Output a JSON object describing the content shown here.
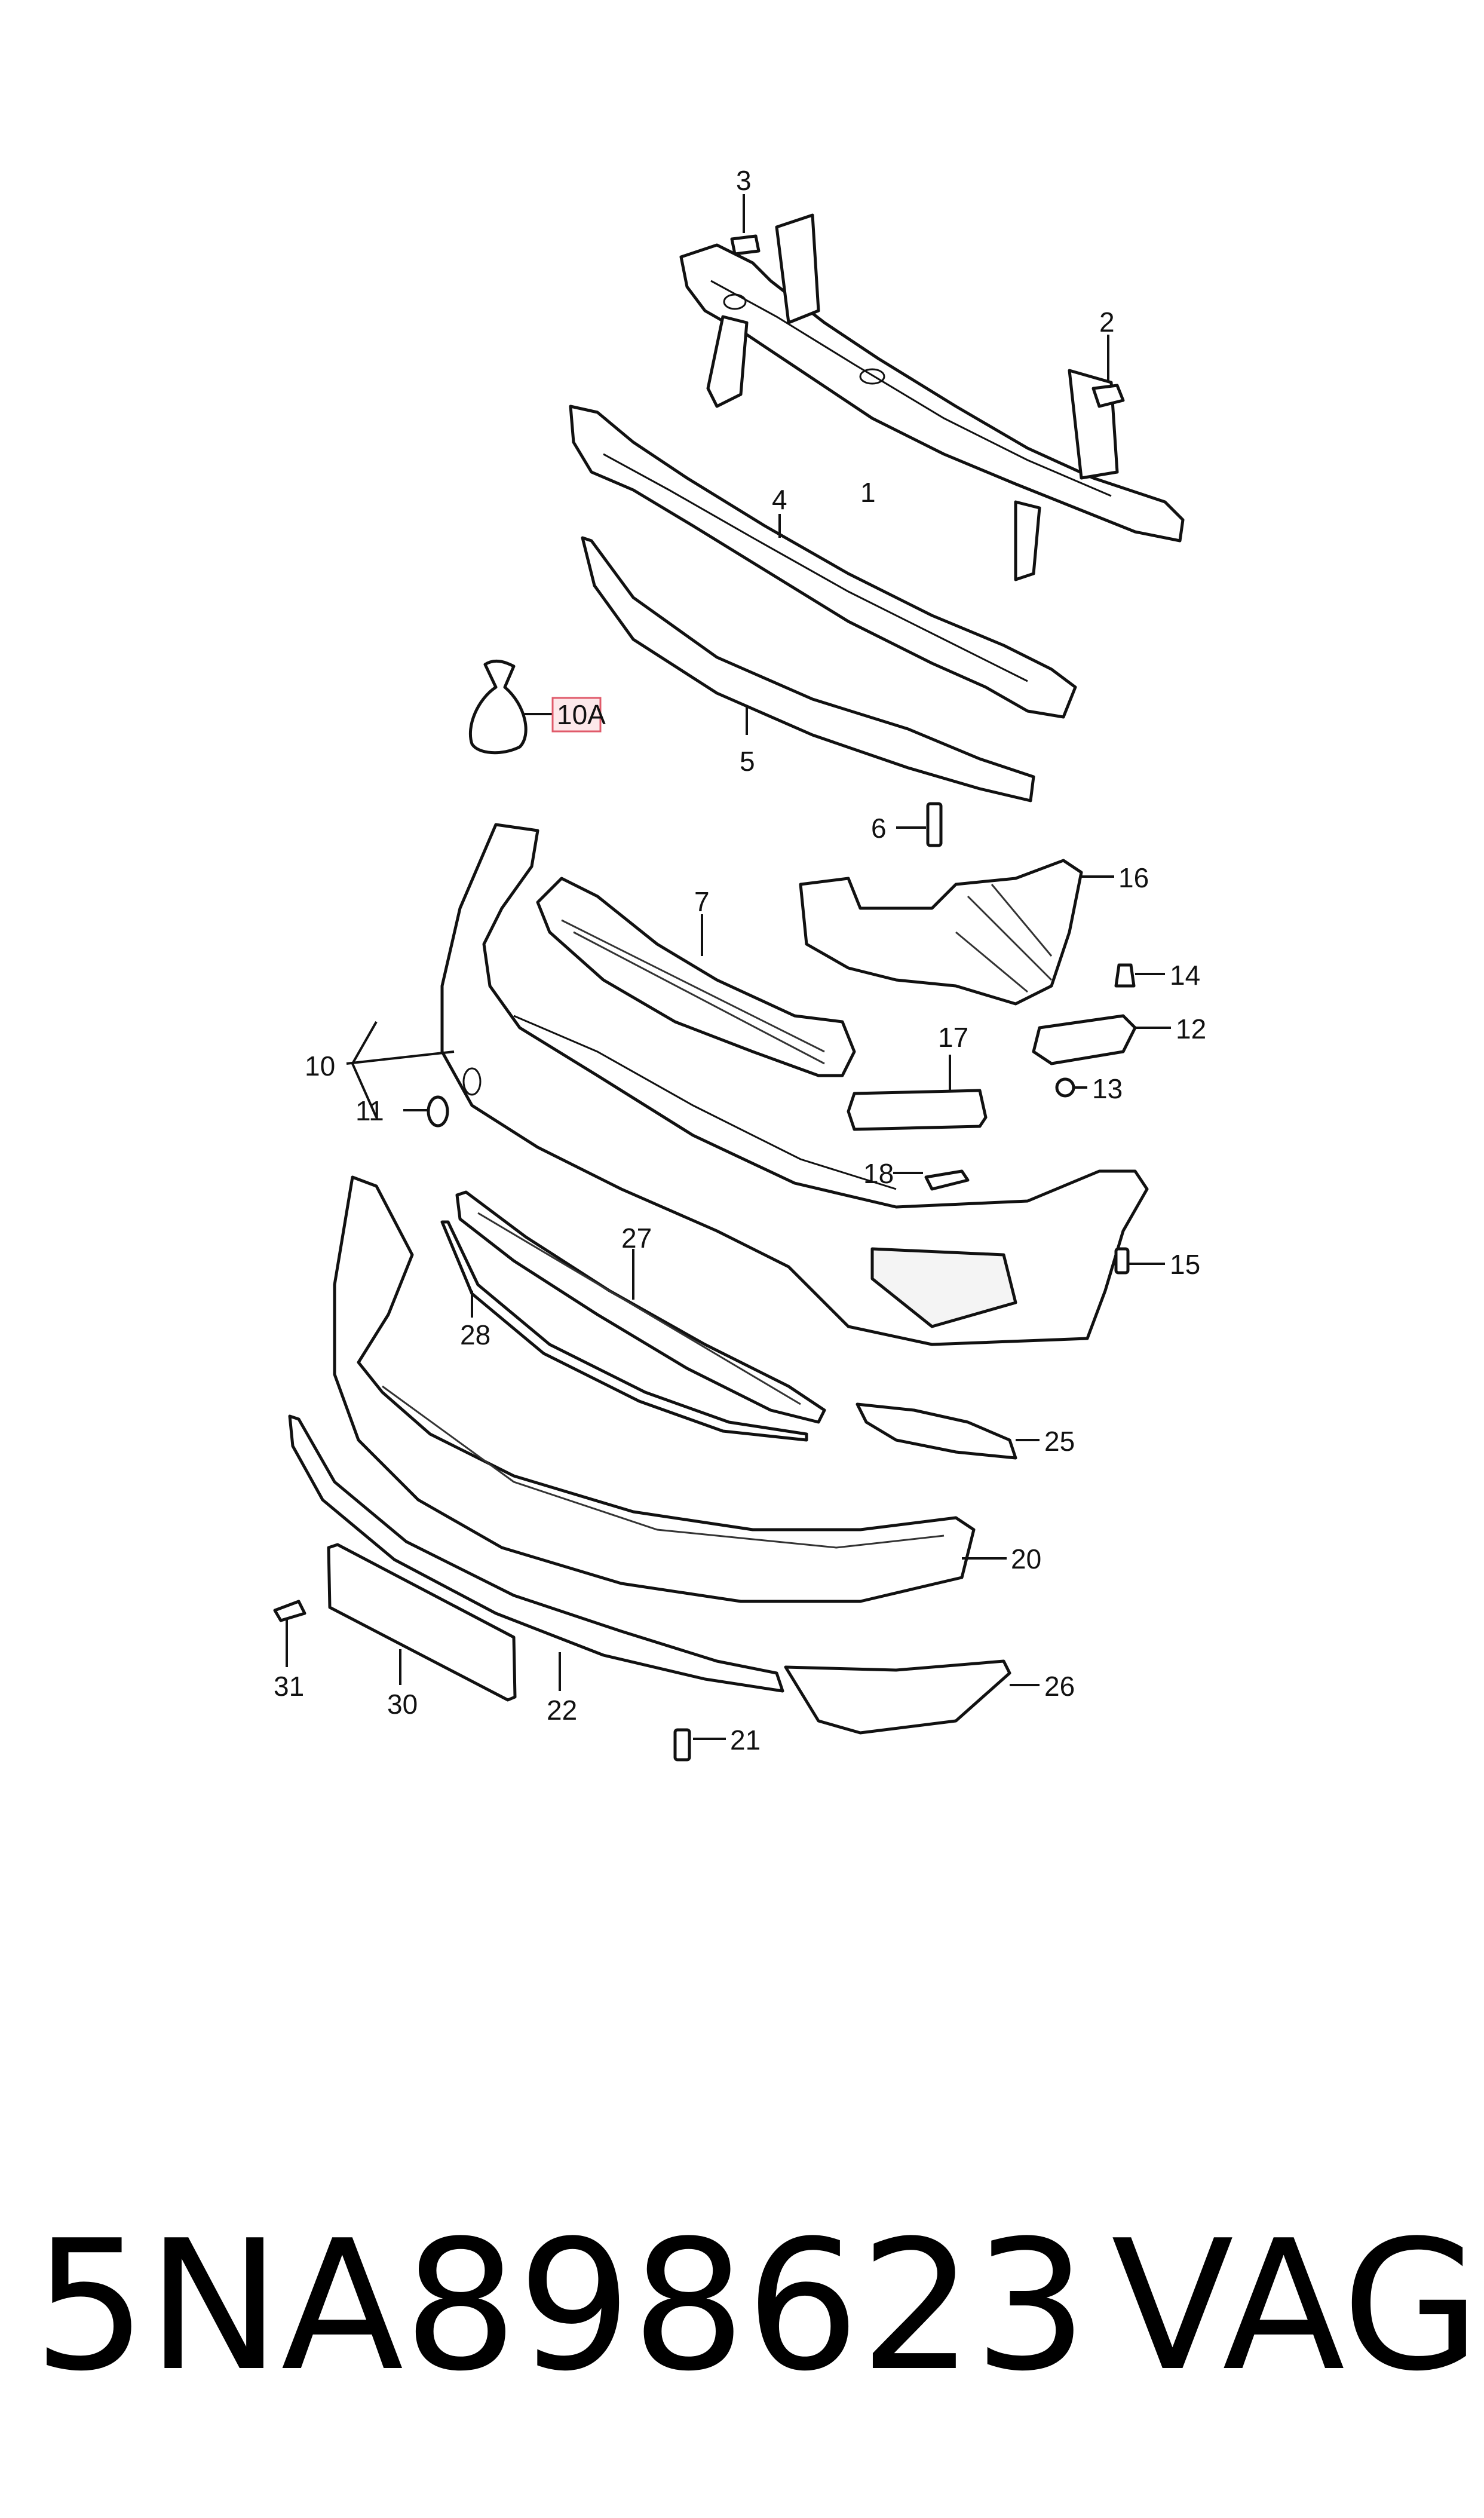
{
  "diagram": {
    "callouts": {
      "c1": "1",
      "c2": "2",
      "c3": "3",
      "c4": "4",
      "c5": "5",
      "c6": "6",
      "c7": "7",
      "c10": "10",
      "c10a": "10A",
      "c11": "11",
      "c12": "12",
      "c13": "13",
      "c14": "14",
      "c15": "15",
      "c16": "16",
      "c17": "17",
      "c18": "18",
      "c20": "20",
      "c21": "21",
      "c22": "22",
      "c25": "25",
      "c26": "26",
      "c27": "27",
      "c28": "28",
      "c30": "30",
      "c31": "31"
    },
    "highlight_color": "#e05a6a"
  },
  "footer": {
    "part_number": "5NA898623",
    "brand": "VAG"
  }
}
